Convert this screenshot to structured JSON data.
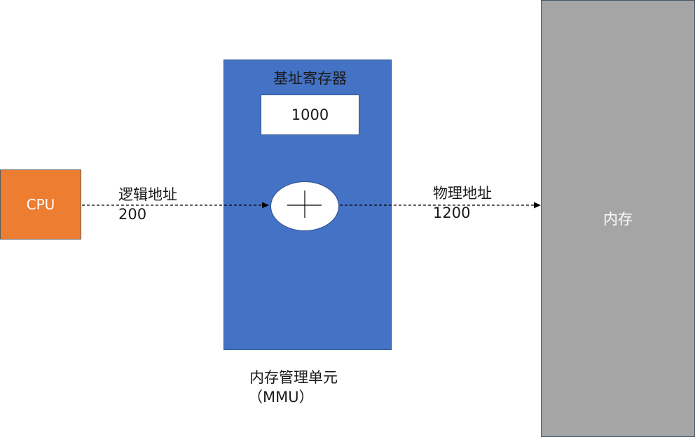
{
  "diagram": {
    "cpu": {
      "label": "CPU",
      "color": "#ED7D31"
    },
    "mmu": {
      "color": "#4472C4",
      "base_register": {
        "title": "基址寄存器",
        "value": "1000"
      },
      "adder": {
        "symbol": "plus-icon"
      },
      "caption_line1": "内存管理单元",
      "caption_line2": "（MMU）"
    },
    "memory": {
      "label": "内存",
      "color": "#A5A5A5"
    },
    "logical_address": {
      "label": "逻辑地址",
      "value": "200"
    },
    "physical_address": {
      "label": "物理地址",
      "value": "1200"
    },
    "arrows": [
      {
        "from": "CPU",
        "to": "adder",
        "style": "dashed"
      },
      {
        "from": "adder",
        "to": "内存",
        "style": "dashed"
      }
    ]
  }
}
